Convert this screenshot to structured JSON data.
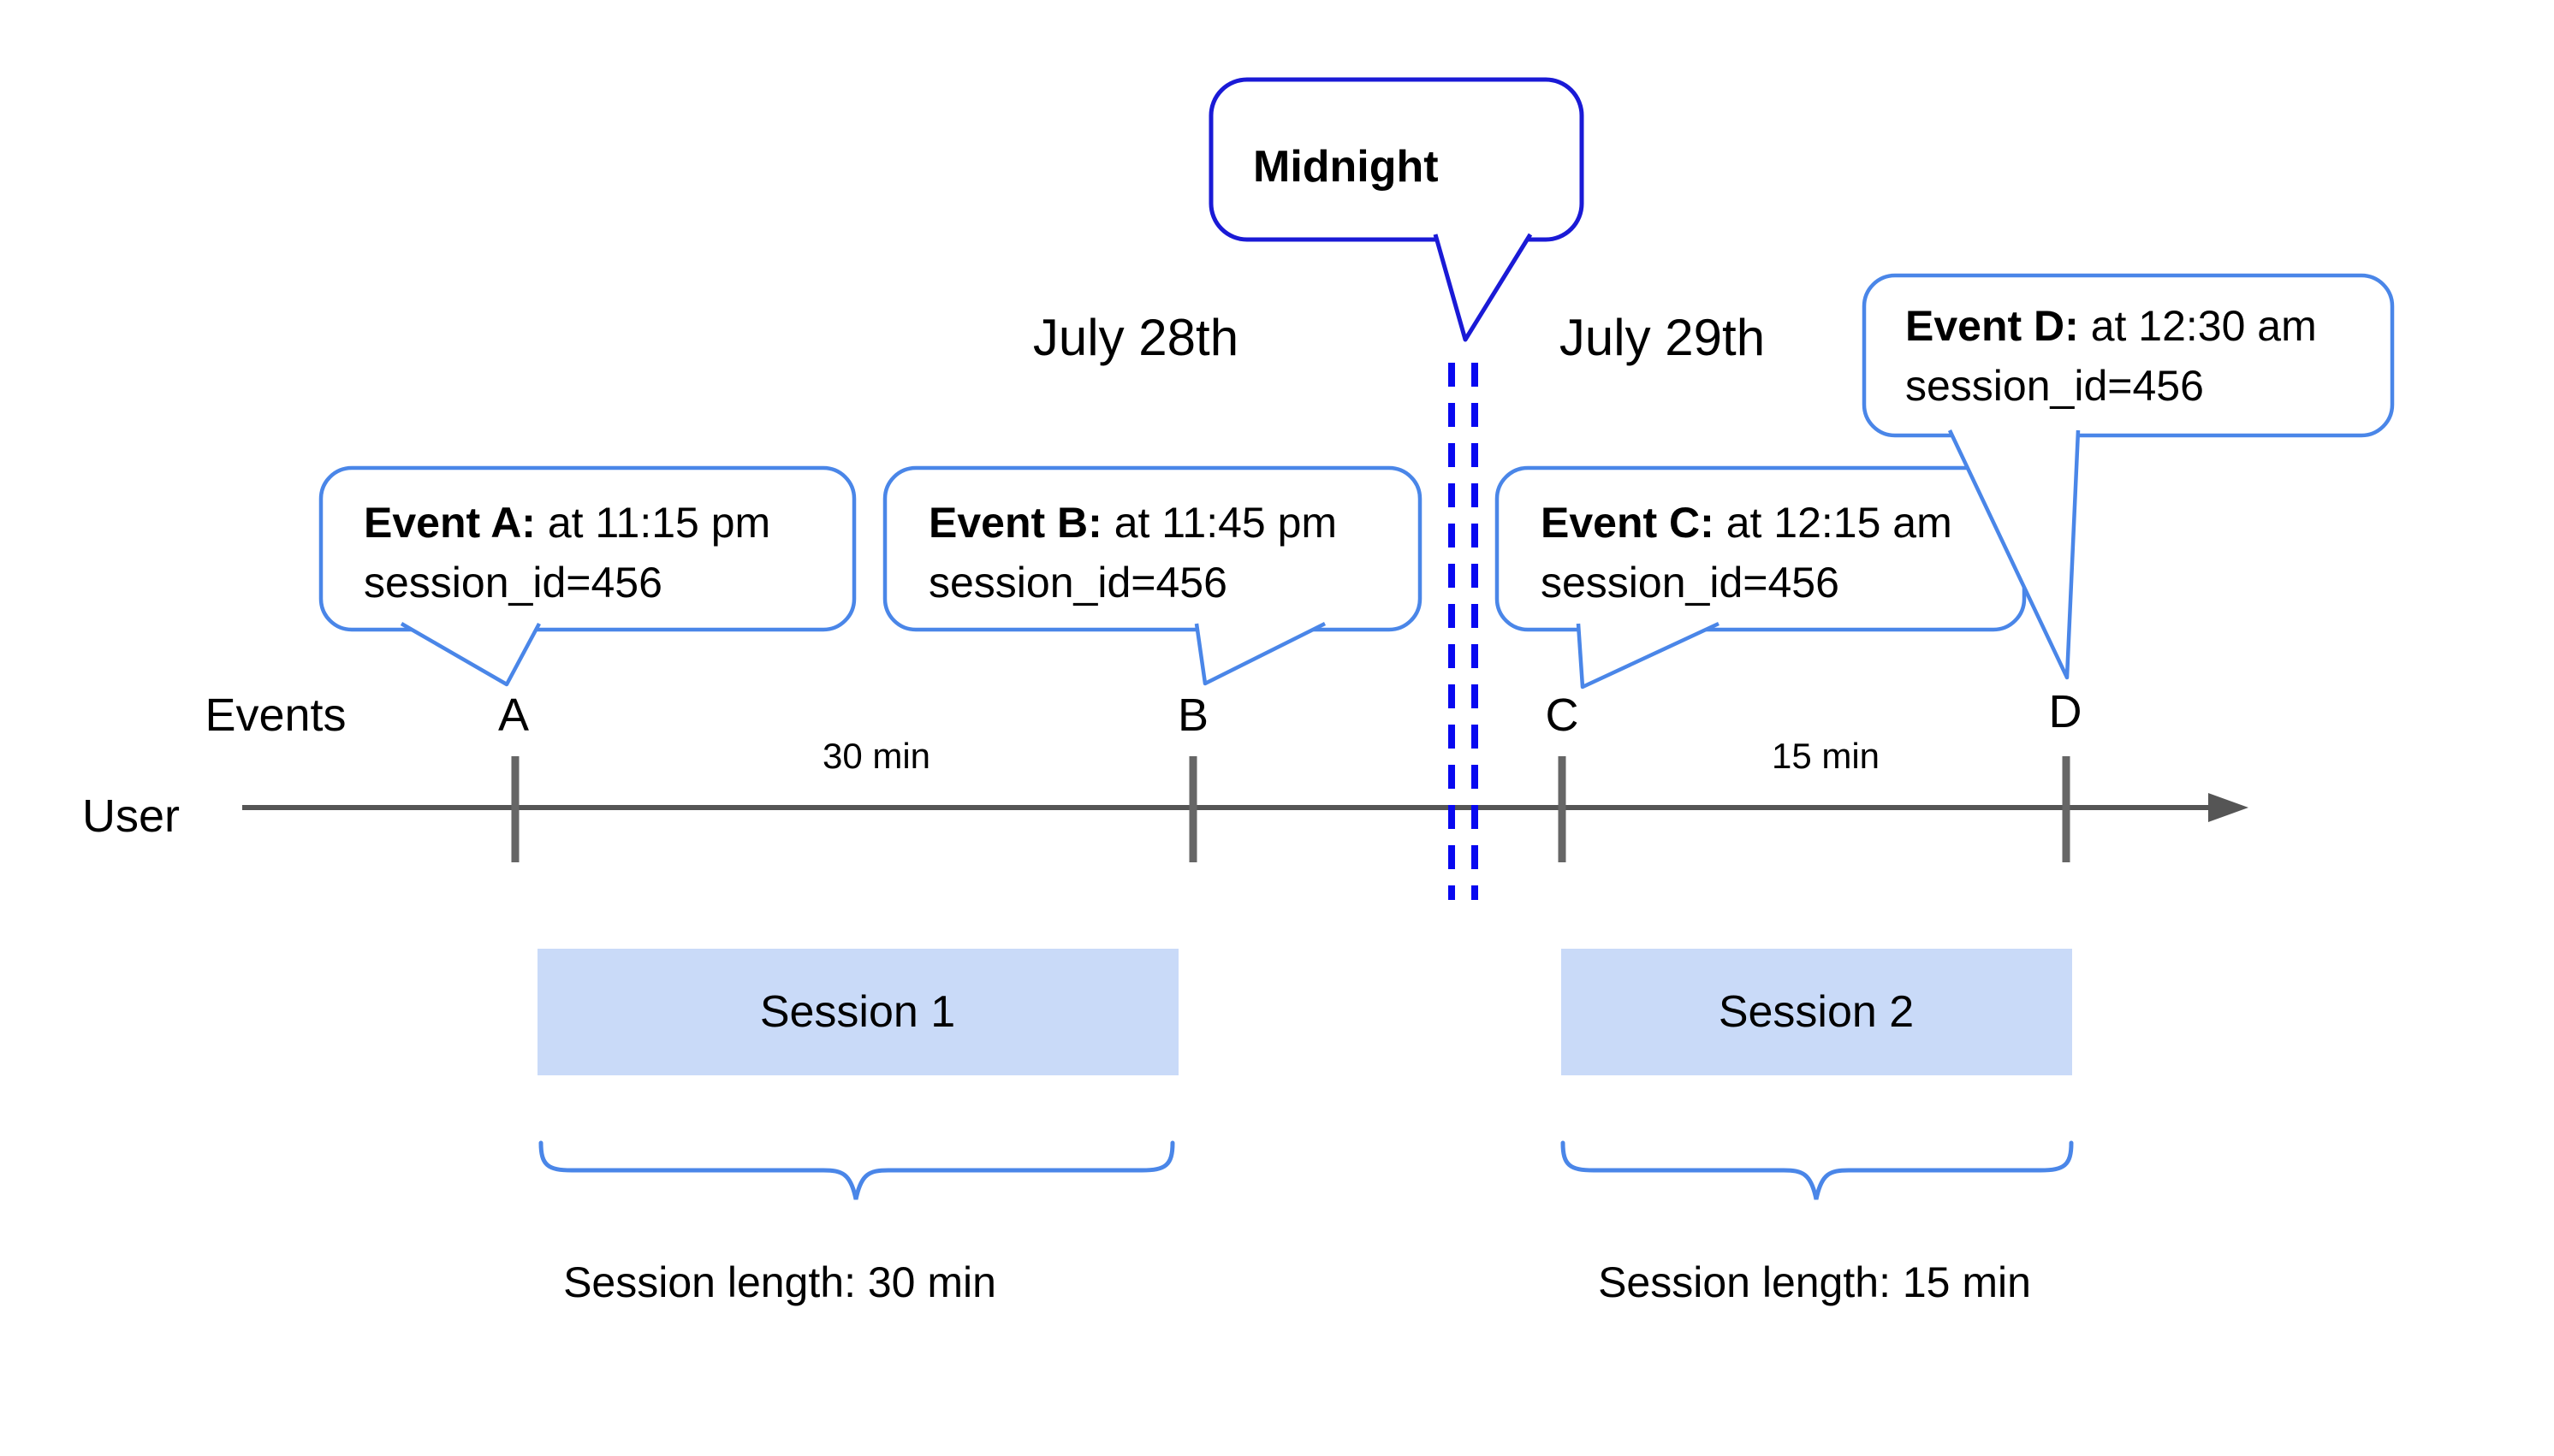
{
  "colors": {
    "background": "#ffffff",
    "midnight_border": "#1a1ad6",
    "midnight_dash": "#0808f0",
    "callout_border": "#4a86e8",
    "brace": "#4a86e8",
    "session_fill": "#c9daf8",
    "axis_line": "#555555",
    "tick": "#666666",
    "text": "#000000"
  },
  "midnight_callout": {
    "label": "Midnight"
  },
  "dates": {
    "before": "July 28th",
    "after": "July 29th"
  },
  "axis": {
    "events_label": "Events",
    "user_label": "User"
  },
  "intervals": {
    "a_to_b": "30 min",
    "c_to_d": "15 min"
  },
  "events": [
    {
      "tick": "A",
      "callout_title": "Event A:",
      "callout_time": " at 11:15 pm",
      "callout_detail": "session_id=456"
    },
    {
      "tick": "B",
      "callout_title": "Event B:",
      "callout_time": " at 11:45 pm",
      "callout_detail": "session_id=456"
    },
    {
      "tick": "C",
      "callout_title": "Event C:",
      "callout_time": " at 12:15 am",
      "callout_detail": "session_id=456"
    },
    {
      "tick": "D",
      "callout_title": "Event D:",
      "callout_time": " at 12:30 am",
      "callout_detail": "session_id=456"
    }
  ],
  "sessions": [
    {
      "name": "Session 1",
      "length": "Session length: 30 min"
    },
    {
      "name": "Session 2",
      "length": "Session length: 15 min"
    }
  ]
}
